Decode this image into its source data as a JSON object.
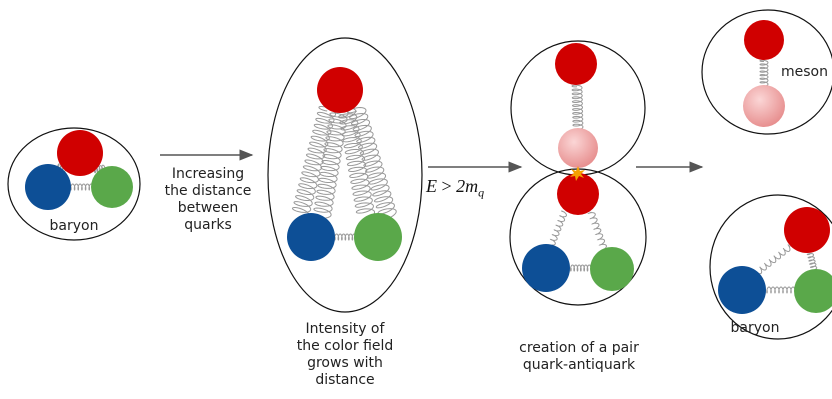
{
  "labels": {
    "baryon_left": "baryon",
    "step1": "Increasing\nthe distance\nbetween\nquarks",
    "step2": "Intensity of\nthe color field\ngrows with\ndistance",
    "step3": "creation of a pair\nquark-antiquark",
    "meson": "meson",
    "baryon_right": "baryon"
  },
  "equation": {
    "lhs": "E",
    "op": ">",
    "coef": "2m",
    "sub": "q"
  },
  "colors": {
    "quark_red": "#d00000",
    "quark_blue": "#0d4f96",
    "quark_green": "#5aa84a",
    "antiquark_pink": "#f2a3a3",
    "spark": "#f5a000",
    "outline": "#111111",
    "arrow": "#555555",
    "spring": "#999999"
  }
}
